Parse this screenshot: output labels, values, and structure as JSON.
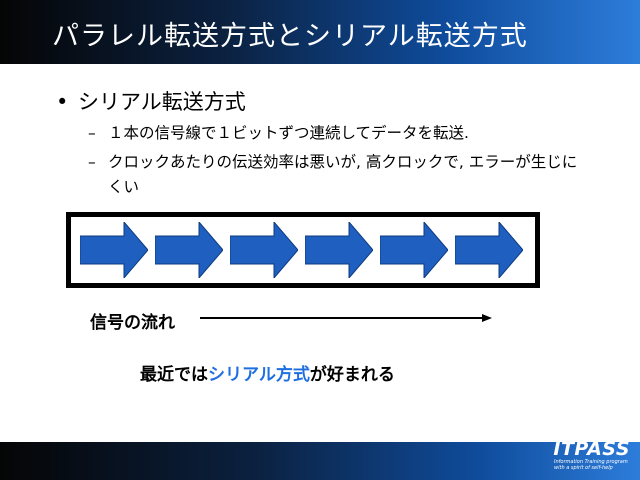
{
  "title": "パラレル転送方式とシリアル転送方式",
  "bullet": {
    "marker": "•",
    "text": "シリアル転送方式"
  },
  "sub_bullets": [
    {
      "marker": "–",
      "text": "１本の信号線で１ビットずつ連続してデータを転送."
    },
    {
      "marker": "–",
      "text": "クロックあたりの伝送効率は悪いが, 高クロックで, エラーが生じにくい"
    }
  ],
  "diagram": {
    "arrow_count": 6,
    "arrow_color": "#1f5fc0",
    "frame_color": "#000000",
    "flow_label": "信号の流れ"
  },
  "conclusion": {
    "prefix": "最近では",
    "highlight": "シリアル方式",
    "suffix": "が好まれる",
    "highlight_color": "#1f6fe0"
  },
  "footer": {
    "logo": "ITPASS",
    "tagline": "Information Training program with a spirit of self-help"
  }
}
